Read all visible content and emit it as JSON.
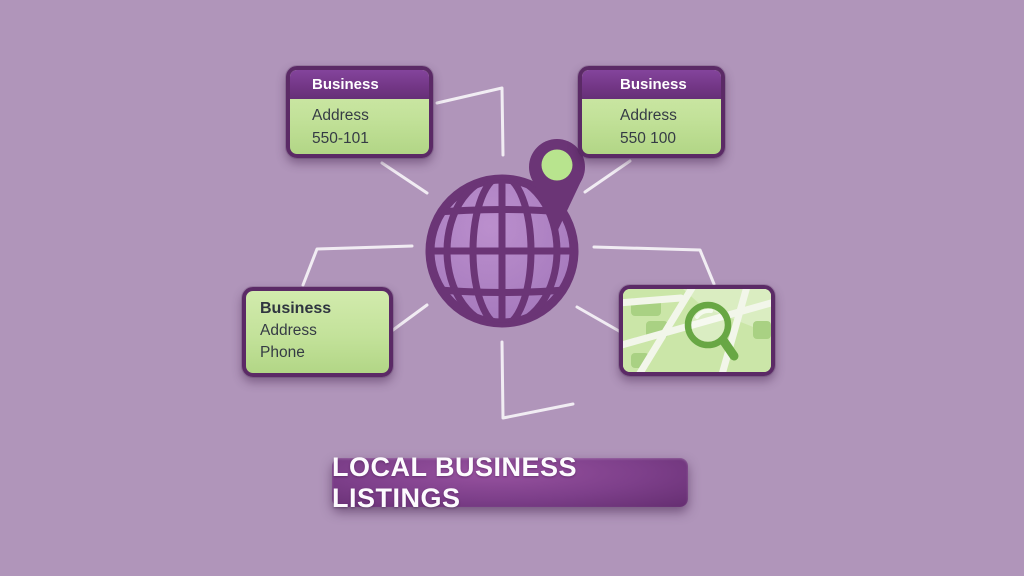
{
  "title": "Local business listings diagram",
  "colors": {
    "background": "#b095ba",
    "card_border": "#5b2a66",
    "card_header_bg": "#723685",
    "card_body_green": "#c3e29a",
    "card_text": "#353b45",
    "globe_fill": "#a87cc0",
    "globe_stroke": "#6b3576",
    "pin_fill": "#6b3576",
    "pin_dot_green": "#b8e48e",
    "connector": "#f4f0f6",
    "banner_bg": "#7d3f8a",
    "banner_text": "#fdfbfe",
    "map_bg": "#cbe6a8",
    "map_road": "#f2f6ea",
    "map_block": "#a9d183",
    "magnifier_green": "#68a744"
  },
  "icons": {
    "center": "globe-icon",
    "center_pin": "location-pin-icon",
    "map_card": "map-icon",
    "map_card_lens": "magnifier-icon"
  },
  "cards": {
    "top_left": {
      "header": "Business",
      "line1": "Address",
      "line2": "550-101"
    },
    "top_right": {
      "header": "Business",
      "line1": "Address",
      "line2": "550 100"
    },
    "bottom_left": {
      "title": "Business",
      "line1": "Address",
      "line2": "Phone"
    }
  },
  "banner": {
    "label": "LOCAL BUSINESS LISTINGS"
  }
}
